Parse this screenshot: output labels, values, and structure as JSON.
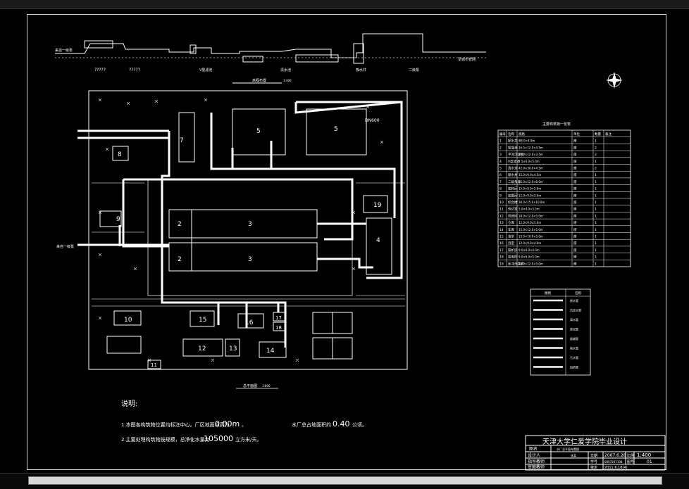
{
  "profile": {
    "start_label": "来自一级泵",
    "unknown_1": "?????",
    "unknown_2": "?????",
    "tank_1": "V型滤池",
    "tank_2": "清水池",
    "tank_3": "吸水井",
    "tank_4": "二级泵",
    "end_label": "至城市管网",
    "title": "高程布置",
    "scale": "1:400"
  },
  "plan": {
    "title": "总平面图",
    "scale": "1:800",
    "pipe_label": "DN600",
    "inlet_label": "来自一级泵",
    "buildings": [
      "2",
      "2",
      "3",
      "3",
      "4",
      "5",
      "5",
      "7",
      "8",
      "9",
      "10",
      "11",
      "12",
      "13",
      "14",
      "15",
      "16",
      "17",
      "18",
      "19"
    ]
  },
  "notes": {
    "heading": "说明:",
    "line1_pre": "1.本图各构筑物位置均标注中心。厂区地面标高为",
    "line1_val": "0.00m",
    "line1_post": "。",
    "line1b_pre": "水厂总占地面积约",
    "line1b_val": "0.40",
    "line1b_post": "公顷。",
    "line2_pre": "2.主要处理构筑物按规模，总净化水量为",
    "line2_val": "105000",
    "line2_post": "立方米/天。"
  },
  "structure_table": {
    "title": "主要构筑物一览表",
    "headers": [
      "编号",
      "名称",
      "规格",
      "单位",
      "数量",
      "备注"
    ],
    "rows": [
      [
        "1",
        "配水井",
        "Φ8.0×4.0m",
        "座",
        "1",
        ""
      ],
      [
        "2",
        "絮凝池",
        "16.5×12.0×4.5m",
        "座",
        "2",
        ""
      ],
      [
        "3",
        "平流沉淀池",
        "90.0×12.0×3.5m",
        "座",
        "2",
        ""
      ],
      [
        "4",
        "V型滤池",
        "7.5×6.0×5.0m",
        "座",
        "1",
        ""
      ],
      [
        "5",
        "清水池",
        "42.0×30.0×4.5m",
        "座",
        "2",
        ""
      ],
      [
        "6",
        "吸水井",
        "15.0×6.0×4.5m",
        "座",
        "1",
        ""
      ],
      [
        "7",
        "二级泵房",
        "35.0×12.0×6.0m",
        "座",
        "1",
        ""
      ],
      [
        "8",
        "加药间",
        "15.0×9.0×5.0m",
        "座",
        "1",
        ""
      ],
      [
        "9",
        "加氯间",
        "12.0×9.0×5.0m",
        "座",
        "1",
        ""
      ],
      [
        "10",
        "综合楼",
        "30.0×15.0×10.0m",
        "座",
        "1",
        ""
      ],
      [
        "11",
        "传达室",
        "5.0×4.0×3.5m",
        "座",
        "1",
        ""
      ],
      [
        "12",
        "机修间",
        "18.0×12.0×5.0m",
        "座",
        "1",
        ""
      ],
      [
        "13",
        "仓库",
        "12.0×9.0×5.0m",
        "座",
        "1",
        ""
      ],
      [
        "14",
        "车库",
        "15.0×12.0×5.0m",
        "座",
        "1",
        ""
      ],
      [
        "15",
        "食堂",
        "15.0×10.0×5.0m",
        "座",
        "1",
        ""
      ],
      [
        "16",
        "浴室",
        "12.0×9.0×4.0m",
        "座",
        "1",
        ""
      ],
      [
        "17",
        "锅炉房",
        "9.0×6.0×4.0m",
        "座",
        "1",
        ""
      ],
      [
        "18",
        "变电所",
        "9.0×6.0×5.0m",
        "座",
        "1",
        ""
      ],
      [
        "19",
        "反冲洗泵房",
        "18.0×12.0×5.0m",
        "座",
        "1",
        ""
      ]
    ]
  },
  "legend_table": {
    "headers": [
      "图例",
      "名称"
    ],
    "rows": [
      "原水管",
      "沉淀水管",
      "清水管",
      "排泥管",
      "超越管",
      "雨水管",
      "污水管",
      "加药管"
    ]
  },
  "title_block": {
    "school": "天津大学仁爱学院毕业设计",
    "drawing_name_label": "图名",
    "drawing_name": "水厂总平面布置图",
    "designer_label": "设计人",
    "designer": "张某",
    "date_label": "日期",
    "date": "2007.6.28",
    "scale_label": "比例",
    "scale": "1:400",
    "checker_label": "指导教师",
    "student_id_label": "学号",
    "student_id": "0007207108",
    "sheet_label": "图号",
    "sheet": "01",
    "reviewer_label": "审图教师",
    "review_label": "审定",
    "review_val": "2011.6.18(4)"
  },
  "colors": {
    "line": "#ffffff",
    "frame": "#d0d0d0",
    "background": "#000000"
  }
}
